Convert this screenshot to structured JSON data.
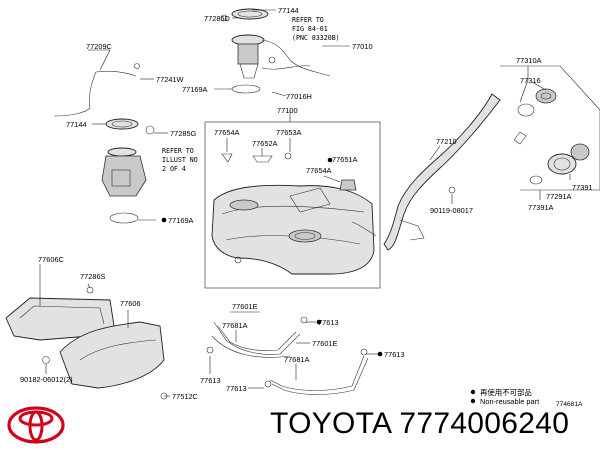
{
  "parts": {
    "p77285D": "77285D",
    "p77144_top": "77144",
    "p77209C": "77209C",
    "p77241W": "77241W",
    "p77169A_top": "77169A",
    "p77010": "77010",
    "p77016H": "77016H",
    "p77100": "77100",
    "p77144_left": "77144",
    "p77285G": "77285G",
    "p77654A_1": "77654A",
    "p77653A": "77653A",
    "p77652A": "77652A",
    "p77651A": "77651A",
    "p77654A_2": "77654A",
    "p77169A_left": "77169A",
    "p77310A": "77310A",
    "p77316": "77316",
    "p77210": "77210",
    "p77391": "77391",
    "p77291A": "77291A",
    "p77391A": "77391A",
    "p90119": "90119-08017",
    "p77606C": "77606C",
    "p77286S": "77286S",
    "p77606": "77606",
    "p90182": "90182-06012(2)",
    "p77512C": "77512C",
    "p77601E_1": "77601E",
    "p77681A_1": "77681A",
    "p77613_1": "77613",
    "p77601E_2": "77601E",
    "p77681A_2": "77681A",
    "p77613_2": "77613",
    "p77613_3": "77613",
    "p77613_4": "77613"
  },
  "notes": {
    "refer_top_1": "REFER TO",
    "refer_top_2": "FIG 84-01",
    "refer_top_3": "(PNC 83320B)",
    "refer_mid_1": "REFER TO",
    "refer_mid_2": "ILLUST NO",
    "refer_mid_3": "2 OF 4"
  },
  "legend": {
    "reuse_label": "再使用不可部品",
    "nonreusable_label": "Non-reusable part",
    "figure_code": "774681A"
  },
  "brand": {
    "name": "TOYOTA",
    "part_number": "7774006240"
  },
  "colors": {
    "logo_red": "#d4001a",
    "line": "#222222",
    "part_fill": "#e2e2e2"
  }
}
